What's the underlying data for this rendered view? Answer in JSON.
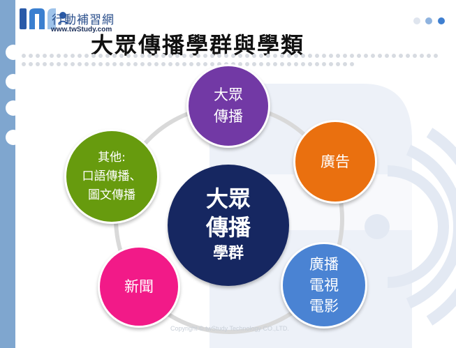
{
  "logo": {
    "name": "行動補習網",
    "url": "www.twStudy.com"
  },
  "title": "大眾傳播學群與學類",
  "center": {
    "label": "大眾\n傳播",
    "sub": "學群"
  },
  "nodes": {
    "top": "大眾\n傳播",
    "right": "廣告",
    "bottom_right": "廣播\n電視\n電影",
    "bottom_left": "新聞",
    "left": "其他:\n口語傳播、\n圖文傳播"
  },
  "colors": {
    "center": "#162761",
    "top": "#7239a5",
    "right": "#ea700f",
    "bottom_right": "#4a83d3",
    "bottom_left": "#f21a88",
    "left": "#679b0e",
    "ring": "#d9d9d9"
  },
  "copyright": "Copyright © twStudy Technology CO.,LTD."
}
